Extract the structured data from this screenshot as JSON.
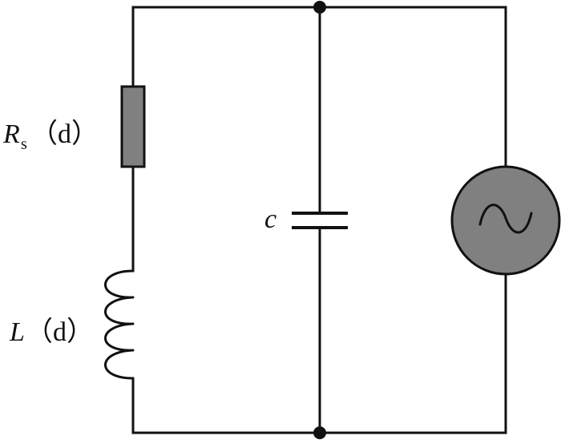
{
  "labels": {
    "resistor_symbol": "R",
    "resistor_subscript": "s",
    "resistor_arg": "（d）",
    "capacitor": "c",
    "inductor_symbol": "L",
    "inductor_arg": "（d）"
  },
  "colors": {
    "wire": "#111111",
    "component_fill": "#808080",
    "junction": "#111111",
    "background": "#ffffff"
  },
  "components": {
    "resistor": "resistor-icon",
    "inductor": "inductor-icon",
    "capacitor": "capacitor-icon",
    "source": "ac-source-icon"
  }
}
